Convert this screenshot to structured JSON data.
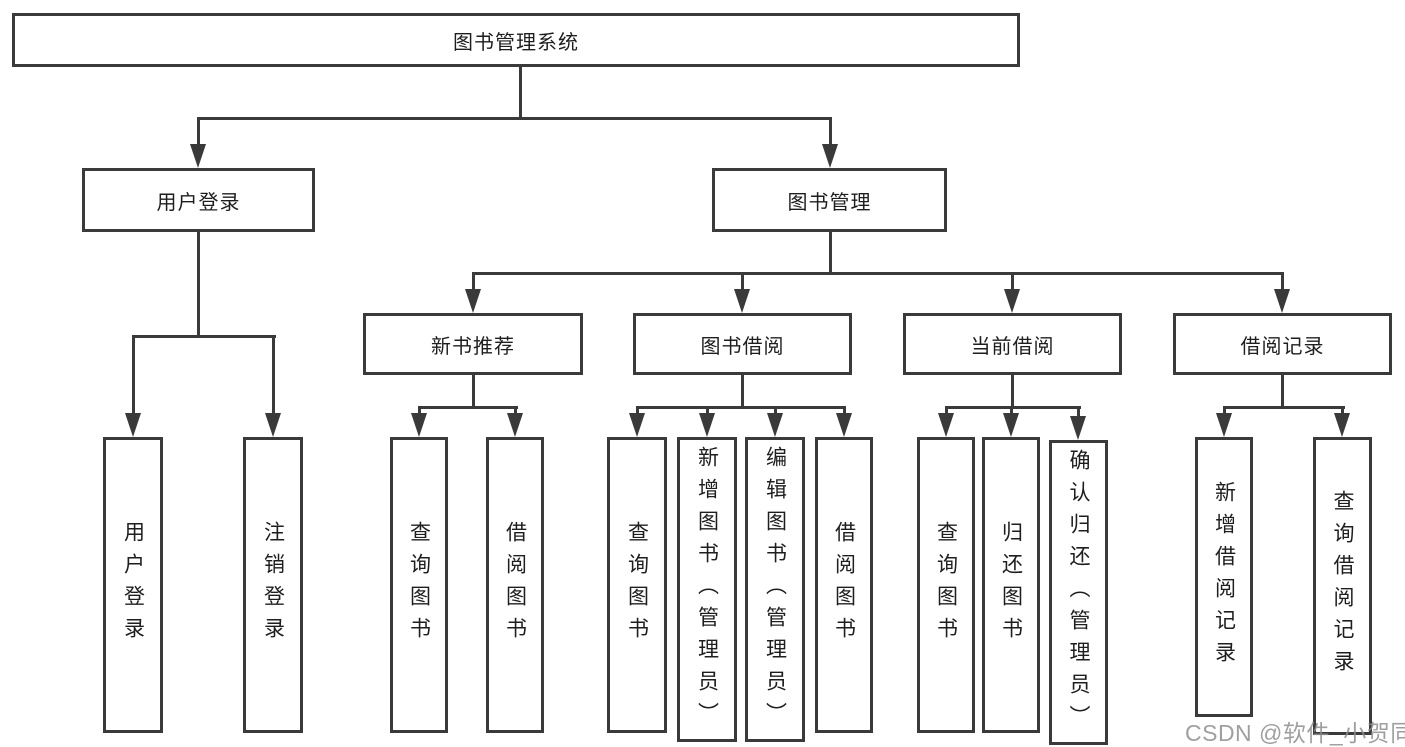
{
  "diagram": {
    "colors": {
      "line": "#3a3a3a",
      "text": "#1e1e1e",
      "background": "#ffffff",
      "watermark": "#8f8f8f"
    },
    "tree": {
      "root": {
        "label": "图书管理系统"
      },
      "login": {
        "label": "用户登录",
        "children": [
          {
            "label": "用户登录"
          },
          {
            "label": "注销登录"
          }
        ]
      },
      "management": {
        "label": "图书管理",
        "groups": [
          {
            "label": "新书推荐",
            "children": [
              {
                "label": "查询图书"
              },
              {
                "label": "借阅图书"
              }
            ]
          },
          {
            "label": "图书借阅",
            "children": [
              {
                "label": "查询图书"
              },
              {
                "label": "新增图书（管理员）"
              },
              {
                "label": "编辑图书（管理员）"
              },
              {
                "label": "借阅图书"
              }
            ]
          },
          {
            "label": "当前借阅",
            "children": [
              {
                "label": "查询图书"
              },
              {
                "label": "归还图书"
              },
              {
                "label": "确认归还（管理员）"
              }
            ]
          },
          {
            "label": "借阅记录",
            "children": [
              {
                "label": "新增借阅记录"
              },
              {
                "label": "查询借阅记录"
              }
            ]
          }
        ]
      }
    },
    "watermark": "CSDN @软件_小贺同学"
  }
}
